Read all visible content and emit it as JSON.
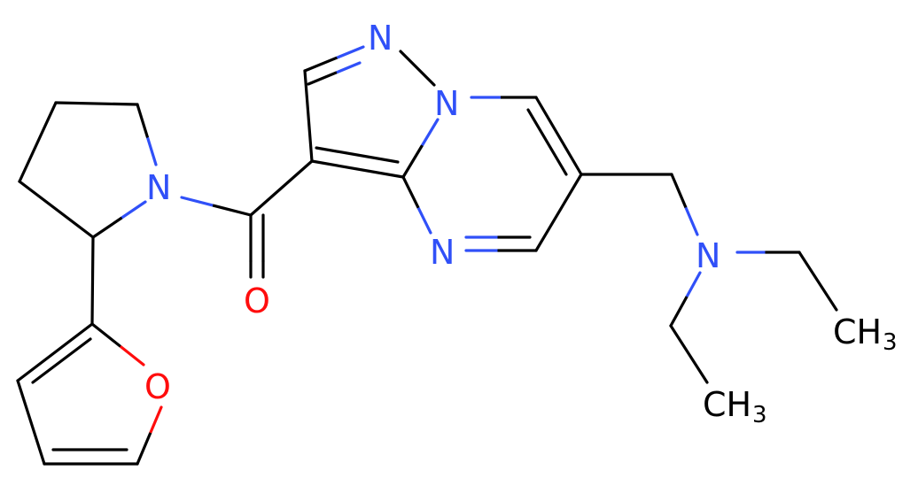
{
  "colors": {
    "background": "#ffffff",
    "carbon_bond": "#000000",
    "nitrogen": "#3050f8",
    "oxygen": "#ff0d0d"
  },
  "atoms": {
    "n_pyrazole_top": "N",
    "n_bridgehead": "N",
    "n_pyrimidine": "N",
    "n_pyrrolidine": "N",
    "n_amine": "N",
    "o_carbonyl": "O",
    "o_furan": "O",
    "ch3_upper": "CH",
    "ch3_upper_sub": "3",
    "ch3_lower": "CH",
    "ch3_lower_sub": "3"
  }
}
